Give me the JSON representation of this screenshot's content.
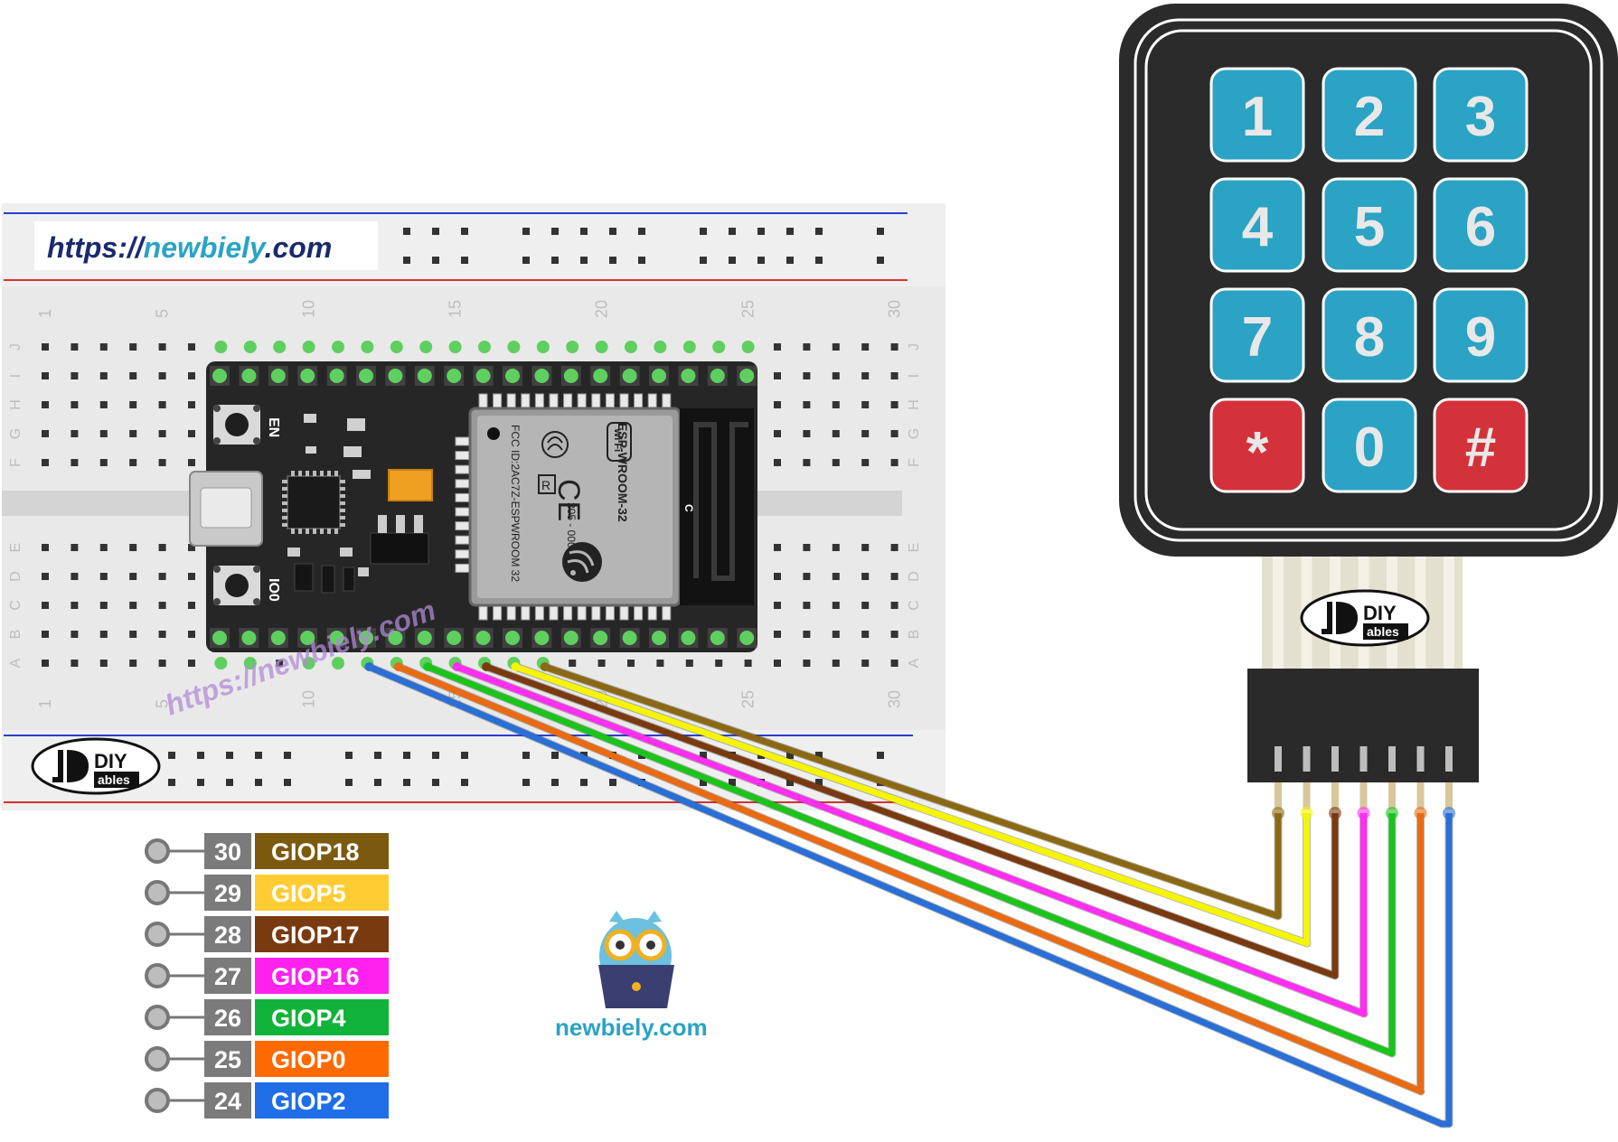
{
  "breadboard": {
    "url_prefix": "https://",
    "url_name": "newbiely",
    "url_suffix": ".com",
    "column_numbers": [
      "1",
      "5",
      "10",
      "15",
      "20",
      "25",
      "30"
    ],
    "row_letters": [
      "J",
      "I",
      "H",
      "G",
      "F",
      "E",
      "D",
      "C",
      "B",
      "A"
    ],
    "watermark": "https://newbiely.com"
  },
  "esp32": {
    "module_name": "ESP-WROOM-32",
    "fcc_text": "FCC ID:2AC7Z-ESPWROOM 32",
    "cert_text": "205 - 000519",
    "wifi_badge": "Wi Fi",
    "ce_mark": "CE",
    "r_mark": "R",
    "en_label": "EN",
    "io0_label": "IO0",
    "c_label": "C"
  },
  "keypad": {
    "keys": [
      "1",
      "2",
      "3",
      "4",
      "5",
      "6",
      "7",
      "8",
      "9",
      "*",
      "0",
      "#"
    ],
    "key_color": "#2aa3c4",
    "special_key_color": "#d3323a",
    "body_color": "#2b2b2b"
  },
  "logos": {
    "diy_top": "DIY",
    "diy_bottom": "ables",
    "brand_text": "newbiely.com"
  },
  "pin_legend": [
    {
      "num": "30",
      "name": "GIOP18",
      "color": "#7b5a0f",
      "text_color": "#ffffff"
    },
    {
      "num": "29",
      "name": "GIOP5",
      "color": "#ffcc33",
      "text_color": "#ffffff"
    },
    {
      "num": "28",
      "name": "GIOP17",
      "color": "#7a3a10",
      "text_color": "#ffffff"
    },
    {
      "num": "27",
      "name": "GIOP16",
      "color": "#ff22ee",
      "text_color": "#ffffff"
    },
    {
      "num": "26",
      "name": "GIOP4",
      "color": "#12b33a",
      "text_color": "#ffffff"
    },
    {
      "num": "25",
      "name": "GIOP0",
      "color": "#ff6a00",
      "text_color": "#ffffff"
    },
    {
      "num": "24",
      "name": "GIOP2",
      "color": "#1f6ee8",
      "text_color": "#ffffff"
    }
  ],
  "wire_colors": [
    "#8b6914",
    "#f5f500",
    "#7a3a10",
    "#ff2ef0",
    "#1bc41b",
    "#ea6a12",
    "#2a6fd6"
  ]
}
